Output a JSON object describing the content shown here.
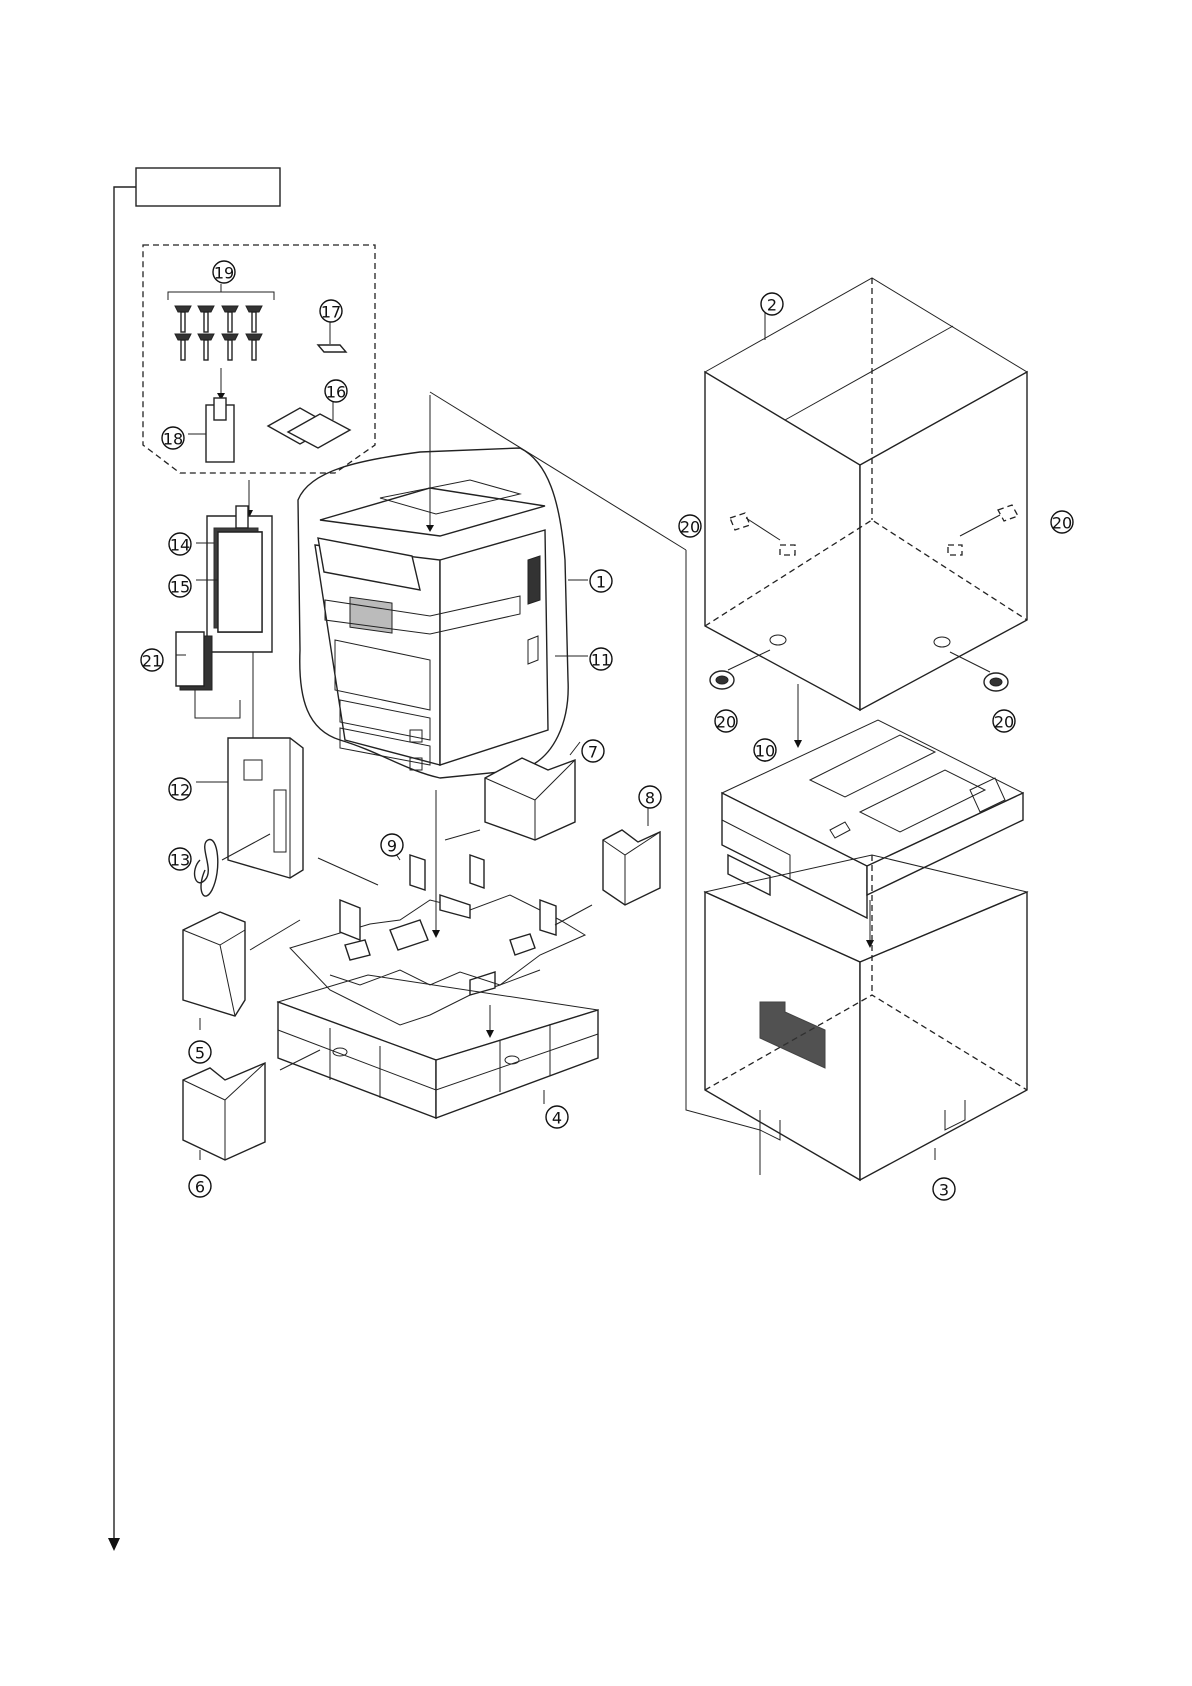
{
  "header": {
    "box_label": ""
  },
  "callouts": [
    {
      "id": "1",
      "label": "1"
    },
    {
      "id": "2",
      "label": "2"
    },
    {
      "id": "3",
      "label": "3"
    },
    {
      "id": "4",
      "label": "4"
    },
    {
      "id": "5",
      "label": "5"
    },
    {
      "id": "6",
      "label": "6"
    },
    {
      "id": "7",
      "label": "7"
    },
    {
      "id": "8",
      "label": "8"
    },
    {
      "id": "9",
      "label": "9"
    },
    {
      "id": "10",
      "label": "10"
    },
    {
      "id": "11",
      "label": "11"
    },
    {
      "id": "12",
      "label": "12"
    },
    {
      "id": "13",
      "label": "13"
    },
    {
      "id": "14",
      "label": "14"
    },
    {
      "id": "15",
      "label": "15"
    },
    {
      "id": "16",
      "label": "16"
    },
    {
      "id": "17",
      "label": "17"
    },
    {
      "id": "18",
      "label": "18"
    },
    {
      "id": "19",
      "label": "19"
    },
    {
      "id": "20a",
      "label": "20"
    },
    {
      "id": "20b",
      "label": "20"
    },
    {
      "id": "20c",
      "label": "20"
    },
    {
      "id": "20d",
      "label": "20"
    },
    {
      "id": "21",
      "label": "21"
    }
  ]
}
